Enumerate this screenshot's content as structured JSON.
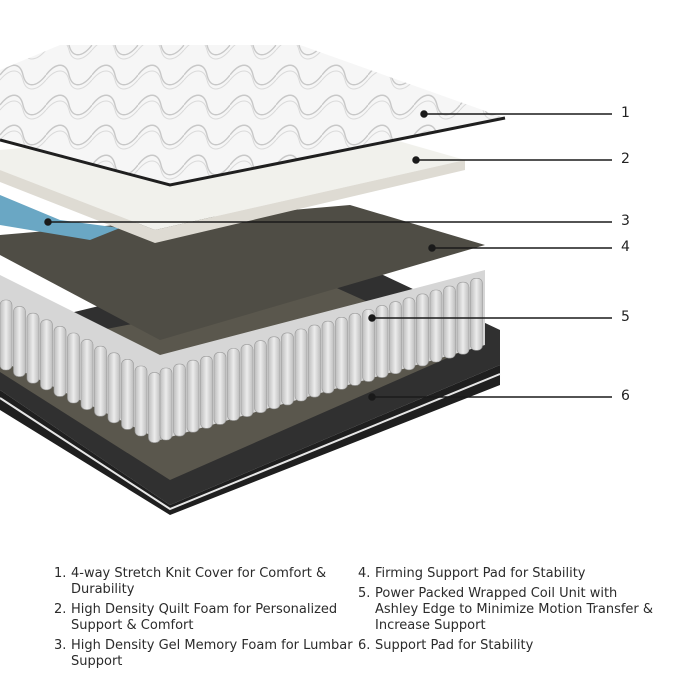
{
  "callouts": [
    "1",
    "2",
    "3",
    "4",
    "5",
    "6"
  ],
  "legend": {
    "left": [
      {
        "num": "1.",
        "text": "4-way Stretch Knit Cover for Comfort & Durability"
      },
      {
        "num": "2.",
        "text": "High Density Quilt Foam for Personalized Support & Comfort"
      },
      {
        "num": "3.",
        "text": "High Density Gel Memory Foam for Lumbar Support"
      }
    ],
    "right": [
      {
        "num": "4.",
        "text": "Firming Support Pad for Stability"
      },
      {
        "num": "5.",
        "text": "Power Packed Wrapped Coil Unit with Ashley Edge to Minimize Motion Transfer & Increase Support"
      },
      {
        "num": "6.",
        "text": "Support Pad for Stability"
      }
    ]
  },
  "colors": {
    "cover": "#f4f4f4",
    "foam": "#f2f2ee",
    "gel": "#6aa7c4",
    "pad": "#55534a",
    "coil": "#c9c9c9",
    "base": "#2c2c2c"
  }
}
